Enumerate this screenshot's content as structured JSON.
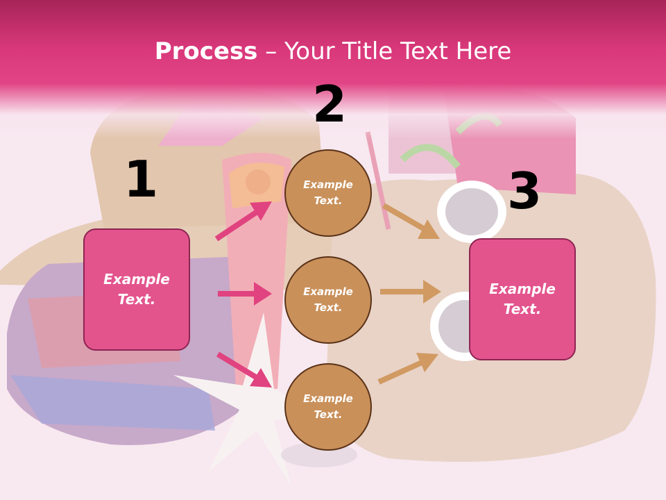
{
  "title": {
    "strong": "Process",
    "rest": " – Your Title Text Here"
  },
  "steps": [
    {
      "number": "1",
      "label": "Example Text."
    },
    {
      "number": "2"
    },
    {
      "number": "3",
      "label": "Example Text."
    }
  ],
  "circles": [
    {
      "label": "Example Text."
    },
    {
      "label": "Example Text."
    },
    {
      "label": "Example Text."
    }
  ],
  "colors": {
    "header": "#d9387a",
    "box": "#e3548d",
    "circle": "#c9905a",
    "pink_arrow": "#e0437f",
    "tan_arrow": "#d19a62"
  }
}
